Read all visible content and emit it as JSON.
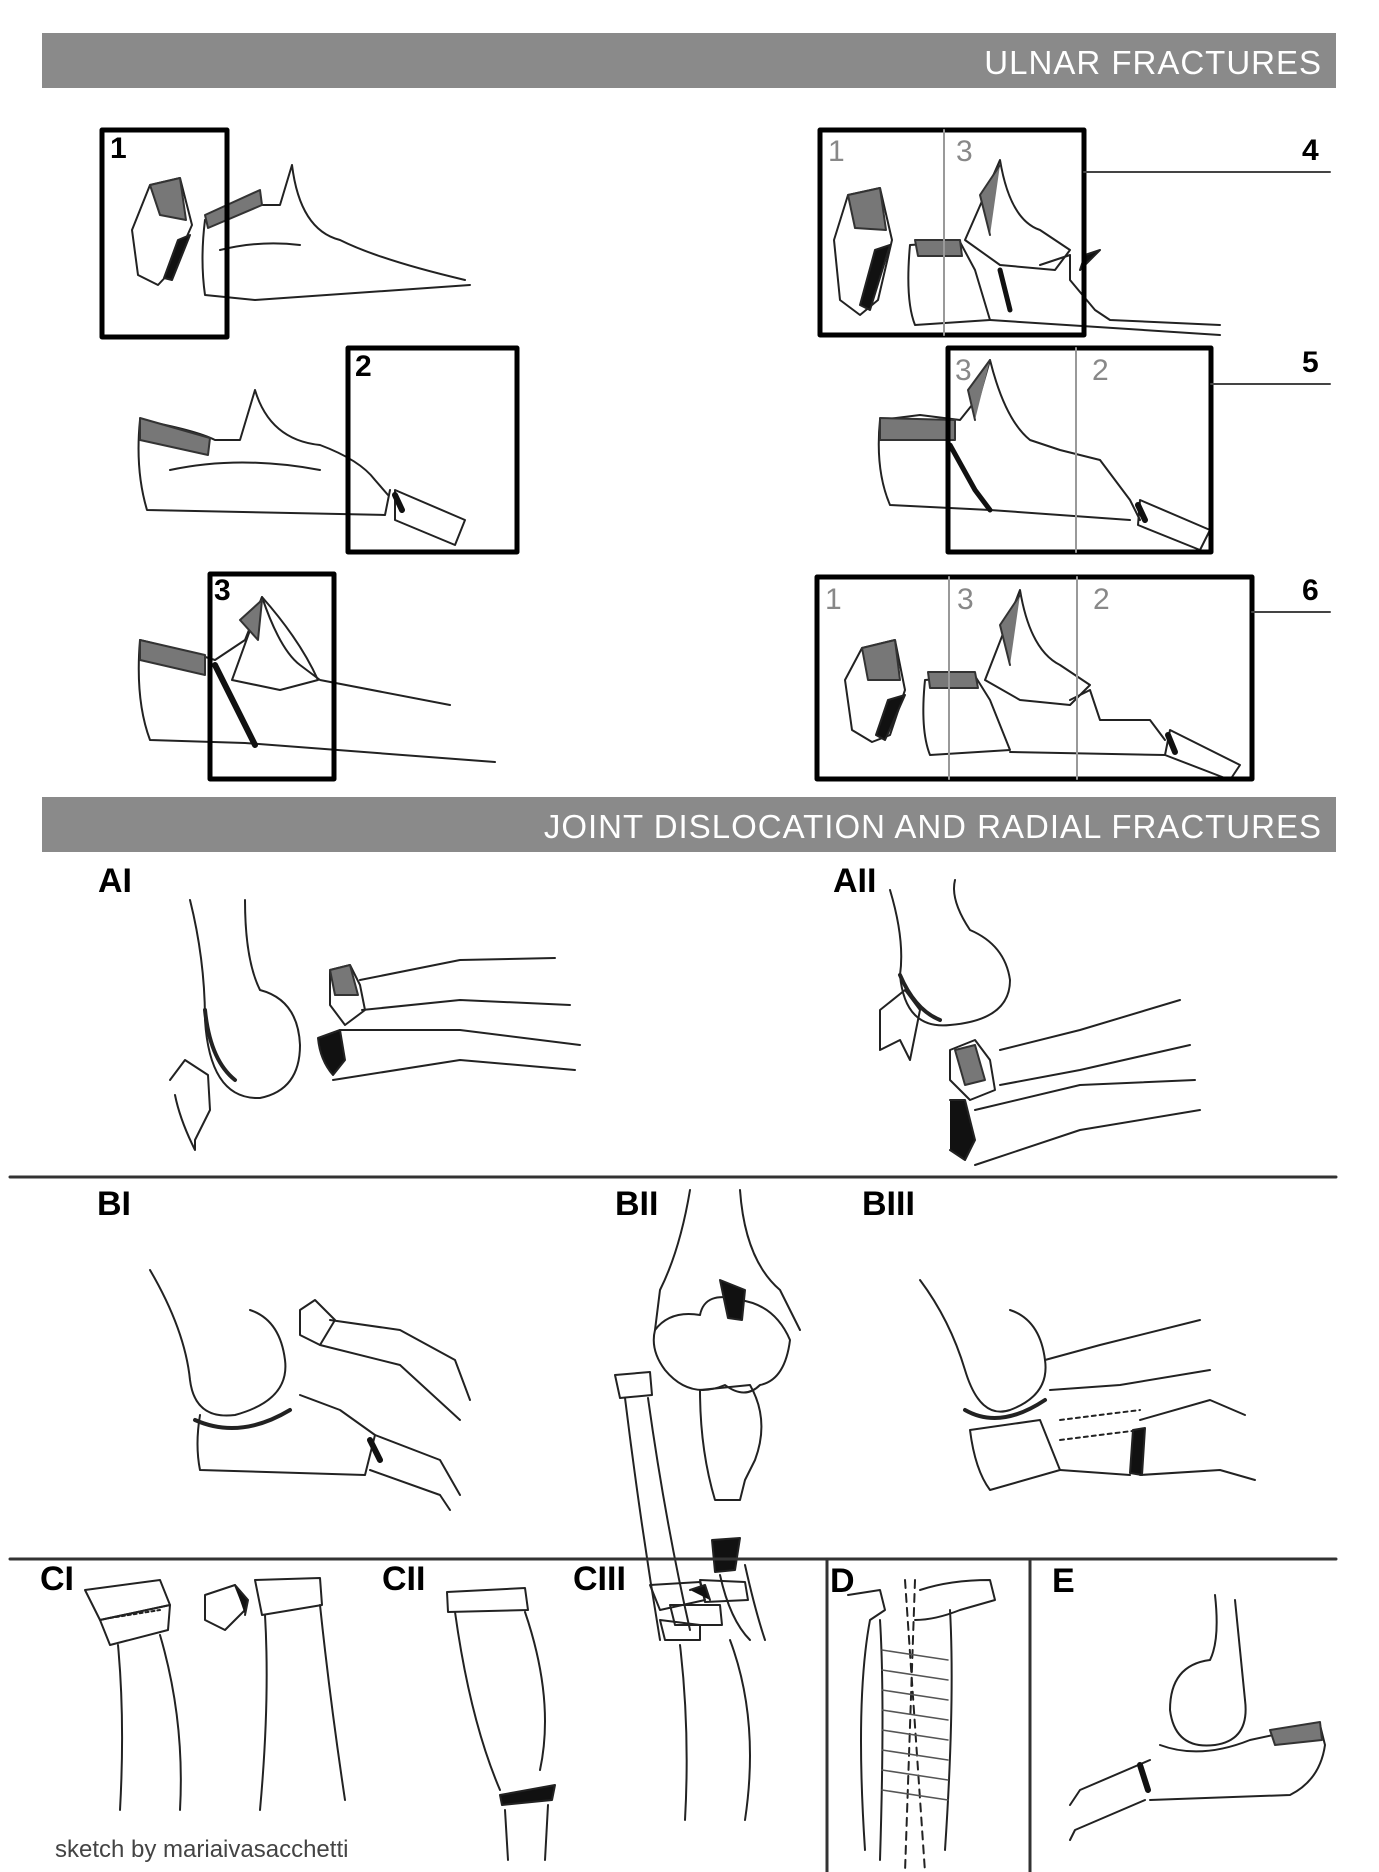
{
  "banners": {
    "ulnar": "ULNAR FRACTURES",
    "joint": "JOINT DISLOCATION AND RADIAL FRACTURES"
  },
  "ulnar_panels": {
    "p1": "1",
    "p2": "2",
    "p3": "3",
    "p4": "4",
    "p5": "5",
    "p6": "6",
    "p4_sub": [
      "1",
      "3"
    ],
    "p5_sub": [
      "3",
      "2"
    ],
    "p6_sub": [
      "1",
      "3",
      "2"
    ]
  },
  "joint_panels": {
    "AI": "AI",
    "AII": "AII",
    "BI": "BI",
    "BII": "BII",
    "BIII": "BIII",
    "CI": "CI",
    "CII": "CII",
    "CIII": "CIII",
    "D": "D",
    "E": "E"
  },
  "credit": "sketch by mariaivasacchetti"
}
